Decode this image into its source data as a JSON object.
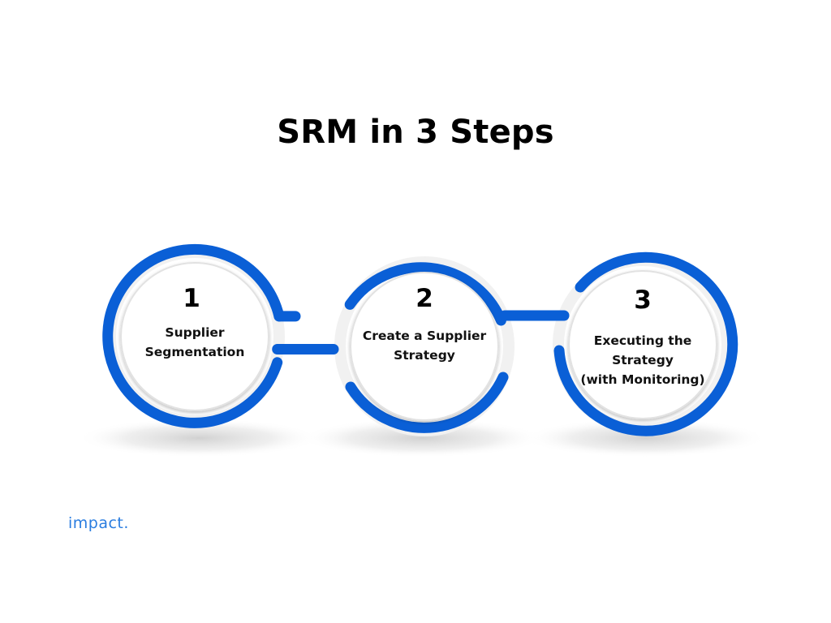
{
  "title": "SRM in 3 Steps",
  "colors": {
    "ring": "#0a5fd6",
    "inner_fill": "#ffffff",
    "inner_border": "#dcdcdc",
    "text": "#111111",
    "brand": "#2a7de0"
  },
  "steps": [
    {
      "number": "1",
      "label_line1": "Supplier",
      "label_line2": "Segmentation"
    },
    {
      "number": "2",
      "label_line1": "Create a Supplier",
      "label_line2": "Strategy"
    },
    {
      "number": "3",
      "label_line1": "Executing the Strategy",
      "label_line2": "(with Monitoring)"
    }
  ],
  "brand": "impact."
}
